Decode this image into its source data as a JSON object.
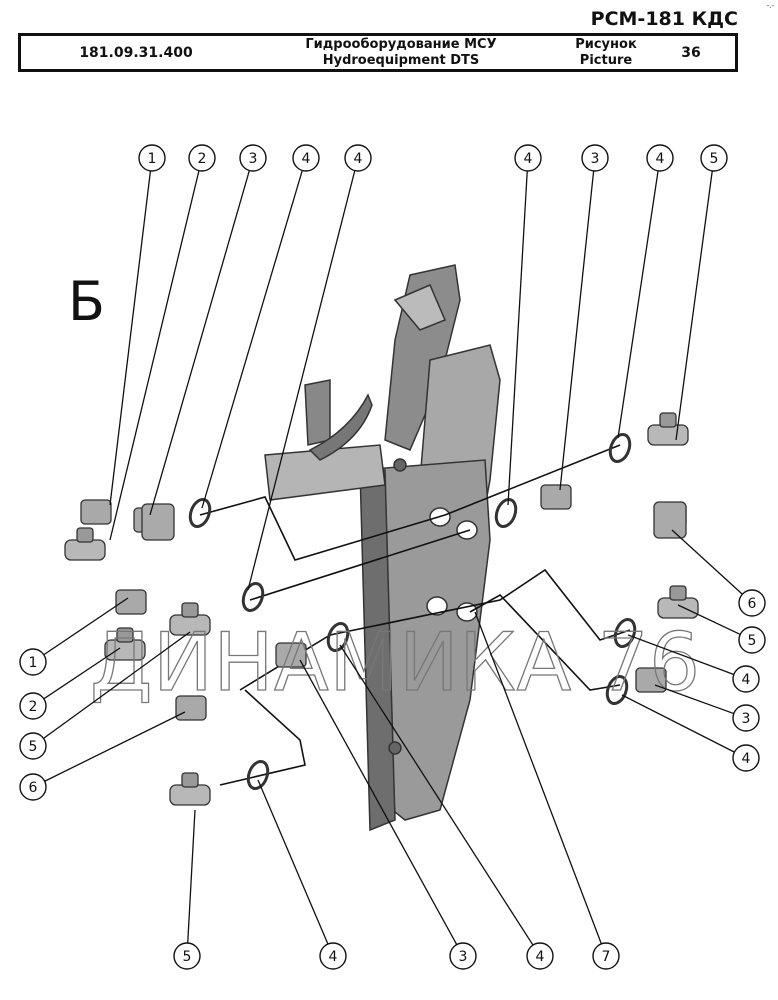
{
  "header": {
    "model": "РСМ-181 КДС",
    "corner_mark": "-.-",
    "code": "181.09.31.400",
    "title_ru": "Гидрооборудование МСУ",
    "title_en": "Hydroequipment  DTS",
    "picture_ru": "Рисунок",
    "picture_en": "Picture",
    "picture_number": "36"
  },
  "view_label": "Б",
  "watermark": "ДИНАМИКА 76",
  "callouts": [
    "1",
    "2",
    "3",
    "4",
    "4",
    "4",
    "3",
    "4",
    "5",
    "6",
    "5",
    "4",
    "3",
    "4",
    "1",
    "2",
    "5",
    "6",
    "5",
    "4",
    "3",
    "4",
    "7"
  ]
}
